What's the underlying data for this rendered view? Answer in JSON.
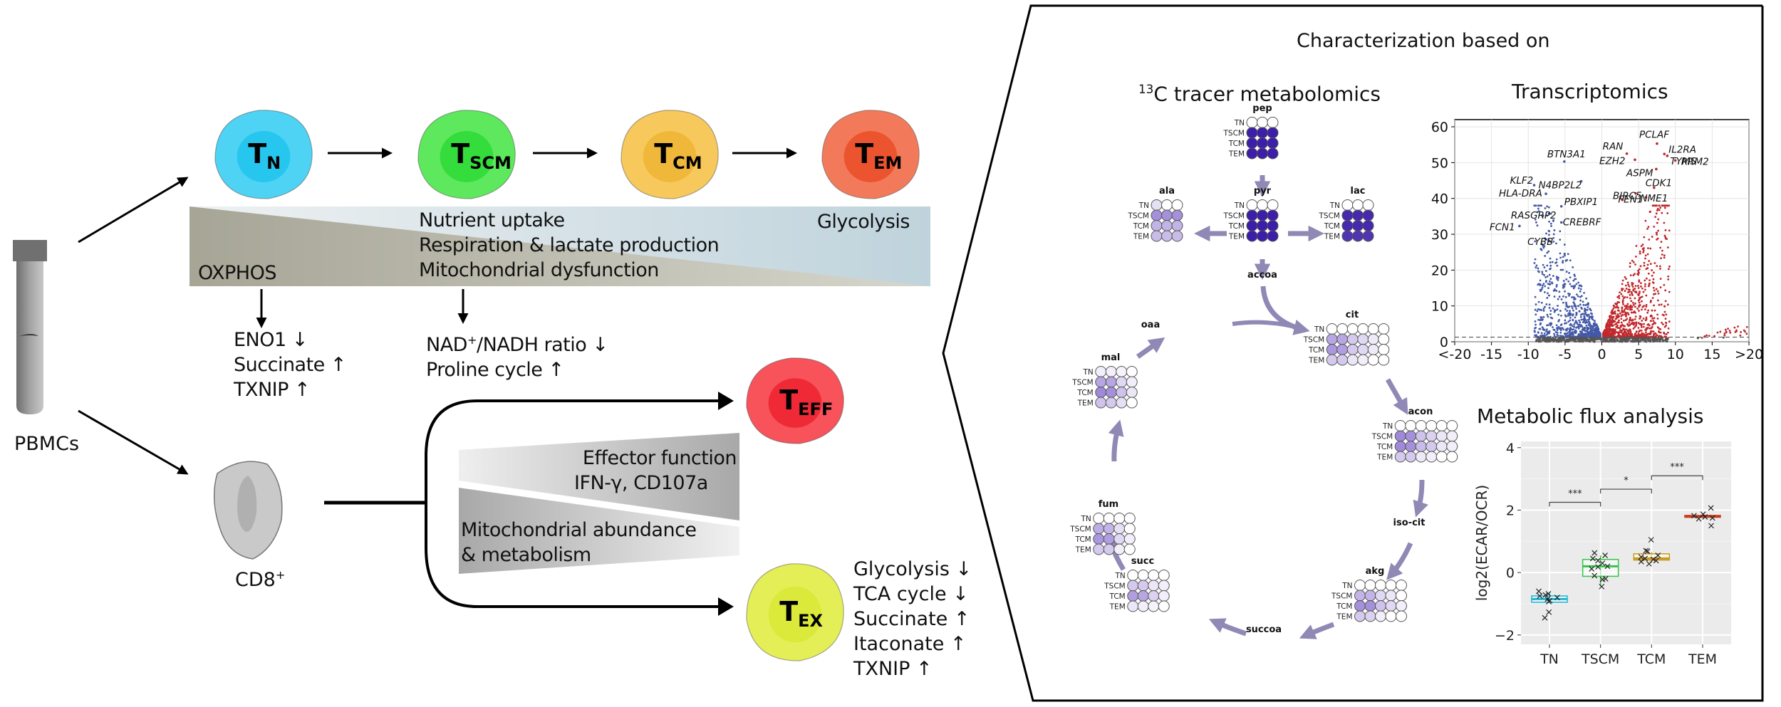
{
  "left_panel": {
    "sample_label": "PBMCs",
    "cd8_label": "CD8",
    "cd8_sup": "+",
    "differentiation_cells": [
      {
        "main": "T",
        "sub": "N",
        "color": "#4fd3f5",
        "inner": "#26c6ee"
      },
      {
        "main": "T",
        "sub": "SCM",
        "color": "#5ee85e",
        "inner": "#34dc3c"
      },
      {
        "main": "T",
        "sub": "CM",
        "color": "#f7c95c",
        "inner": "#f0b83a"
      },
      {
        "main": "T",
        "sub": "EM",
        "color": "#f27a5a",
        "inner": "#ec5430"
      }
    ],
    "gradient_band": {
      "left_label": "OXPHOS",
      "right_label": "Glycolysis",
      "center_lines": [
        "Nutrient uptake",
        "Respiration & lactate production",
        "Mitochondrial dysfunction"
      ]
    },
    "effects_oxphos": [
      "ENO1 ↓",
      "Succinate ↑",
      "TXNIP ↑"
    ],
    "effects_center_line1_pre": "NAD",
    "effects_center_line1_sup": "+",
    "effects_center_line1_post": "/NADH ratio ↓",
    "effects_center_line2": "Proline cycle ↑",
    "branch_cells": [
      {
        "main": "T",
        "sub": "EFF",
        "color": "#f8525a",
        "inner": "#ef2a36"
      },
      {
        "main": "T",
        "sub": "EX",
        "color": "#e4ef58",
        "inner": "#dbe93a"
      }
    ],
    "effector_wedge": [
      "Effector function",
      "IFN-γ, CD107a"
    ],
    "mito_wedge": [
      "Mitochondrial abundance",
      "& metabolism"
    ],
    "tex_effects": [
      "Glycolysis ↓",
      "TCA cycle ↓",
      "Succinate ↑",
      "Itaconate ↑",
      "TXNIP ↑"
    ]
  },
  "right_panel": {
    "title": "Characterization based on",
    "tracer_title_sup": "13",
    "tracer_title": "C tracer metabolomics",
    "transcriptomics_title": "Transcriptomics",
    "flux_title": "Metabolic flux analysis",
    "row_labels": [
      "TN",
      "TSCM",
      "TCM",
      "TEM"
    ],
    "metabolites": [
      {
        "name": "pep",
        "levels": [
          [
            0,
            0,
            0
          ],
          [
            1,
            1,
            1
          ],
          [
            1,
            1,
            1
          ],
          [
            1,
            1,
            1
          ]
        ],
        "hue": "dark"
      },
      {
        "name": "ala",
        "levels": [
          [
            0.15,
            0,
            0
          ],
          [
            0.7,
            0.7,
            0.7
          ],
          [
            0.45,
            0.45,
            0.45
          ],
          [
            0.4,
            0.4,
            0.4
          ]
        ],
        "hue": "light"
      },
      {
        "name": "pyr",
        "levels": [
          [
            0,
            0,
            0
          ],
          [
            1,
            1,
            1
          ],
          [
            1,
            1,
            1
          ],
          [
            1,
            1,
            1
          ]
        ],
        "hue": "dark"
      },
      {
        "name": "lac",
        "levels": [
          [
            0,
            0,
            0
          ],
          [
            0.95,
            0.95,
            0.95
          ],
          [
            0.95,
            0.95,
            0.95
          ],
          [
            0.9,
            0.9,
            0.9
          ]
        ],
        "hue": "dark"
      },
      {
        "name": "accoa",
        "levels": null
      },
      {
        "name": "cit",
        "levels": [
          [
            0,
            0,
            0,
            0,
            0,
            0
          ],
          [
            0.55,
            0.55,
            0.3,
            0.2,
            0.08,
            0
          ],
          [
            0.65,
            0.6,
            0.3,
            0.2,
            0.08,
            0
          ],
          [
            0.3,
            0.3,
            0.1,
            0.05,
            0,
            0
          ]
        ],
        "hue": "light"
      },
      {
        "name": "acon",
        "levels": [
          [
            0,
            0,
            0,
            0,
            0,
            0
          ],
          [
            0.75,
            0.7,
            0.35,
            0.25,
            0.1,
            0.05
          ],
          [
            0.75,
            0.7,
            0.4,
            0.3,
            0.1,
            0.05
          ],
          [
            0.3,
            0.3,
            0.08,
            0.05,
            0,
            0
          ]
        ],
        "hue": "light"
      },
      {
        "name": "iso-cit",
        "levels": null
      },
      {
        "name": "akg",
        "levels": [
          [
            0,
            0,
            0,
            0,
            0
          ],
          [
            0.45,
            0.45,
            0.2,
            0.1,
            0
          ],
          [
            0.7,
            0.7,
            0.35,
            0.2,
            0.05
          ],
          [
            0.3,
            0.25,
            0.05,
            0,
            0
          ]
        ],
        "hue": "light"
      },
      {
        "name": "succoa",
        "levels": null
      },
      {
        "name": "succ",
        "levels": [
          [
            0,
            0,
            0,
            0
          ],
          [
            0.3,
            0.3,
            0.1,
            0.05
          ],
          [
            0.6,
            0.55,
            0.25,
            0.05
          ],
          [
            0.1,
            0.05,
            0.02,
            0
          ]
        ],
        "hue": "light"
      },
      {
        "name": "fum",
        "levels": [
          [
            0,
            0,
            0,
            0
          ],
          [
            0.5,
            0.45,
            0.15,
            0
          ],
          [
            0.65,
            0.6,
            0.2,
            0.05
          ],
          [
            0.3,
            0.3,
            0.05,
            0
          ]
        ],
        "hue": "light"
      },
      {
        "name": "mal",
        "levels": [
          [
            0.05,
            0.05,
            0.02,
            0
          ],
          [
            0.55,
            0.55,
            0.2,
            0.05
          ],
          [
            0.75,
            0.7,
            0.35,
            0.1
          ],
          [
            0.35,
            0.3,
            0.15,
            0
          ]
        ],
        "hue": "light"
      },
      {
        "name": "oaa",
        "levels": null
      }
    ]
  },
  "chart_data": [
    {
      "type": "scatter",
      "title": "Transcriptomics",
      "xlabel": "",
      "ylabel": "",
      "x_ticks": [
        "<-20",
        "-15",
        "-10",
        "-5",
        "0",
        "5",
        "10",
        "15",
        ">20"
      ],
      "xlim": [
        -20,
        20
      ],
      "y_ticks": [
        0,
        10,
        20,
        30,
        40,
        50,
        60
      ],
      "ylim": [
        0,
        62
      ],
      "grid": true,
      "threshold_y": 1.3,
      "series": [
        {
          "name": "down",
          "color": "#4358a6"
        },
        {
          "name": "up",
          "color": "#c0282c"
        },
        {
          "name": "ns",
          "color": "#555555"
        }
      ],
      "labeled_genes": [
        {
          "gene": "PCLAF",
          "x": 7.5,
          "y": 55.3,
          "dir": "up"
        },
        {
          "gene": "RAN",
          "x": 3.4,
          "y": 52.5,
          "dir": "up"
        },
        {
          "gene": "EZH2",
          "x": 4.5,
          "y": 50.8,
          "dir": "up"
        },
        {
          "gene": "IL2RA",
          "x": 8.5,
          "y": 52.4,
          "dir": "up"
        },
        {
          "gene": "RRM2",
          "x": 10,
          "y": 50.6,
          "dir": "up"
        },
        {
          "gene": "ASPM",
          "x": 7.4,
          "y": 48.2,
          "dir": "up"
        },
        {
          "gene": "TYMS",
          "x": 8.9,
          "y": 51.9,
          "dir": "up"
        },
        {
          "gene": "CDK1",
          "x": 7.1,
          "y": 43,
          "dir": "up"
        },
        {
          "gene": "BIRC5",
          "x": 4.6,
          "y": 41.4,
          "dir": "up"
        },
        {
          "gene": "FEN1",
          "x": 2.8,
          "y": 39.6,
          "dir": "up"
        },
        {
          "gene": "NME1",
          "x": 6.0,
          "y": 40.3,
          "dir": "up"
        },
        {
          "gene": "BTN3A1",
          "x": -5.1,
          "y": 50.3,
          "dir": "down"
        },
        {
          "gene": "KLF2",
          "x": -9.2,
          "y": 43.7,
          "dir": "down"
        },
        {
          "gene": "N4BP2L2",
          "x": -2.8,
          "y": 44.8,
          "dir": "down"
        },
        {
          "gene": "HLA-DRA",
          "x": -7.6,
          "y": 41.3,
          "dir": "down"
        },
        {
          "gene": "RASGRP2",
          "x": -8.0,
          "y": 35.2,
          "dir": "down"
        },
        {
          "gene": "PBXIP1",
          "x": -5.5,
          "y": 37.8,
          "dir": "down"
        },
        {
          "gene": "CREBRF",
          "x": -5.5,
          "y": 33.3,
          "dir": "down"
        },
        {
          "gene": "FCN1",
          "x": -11.2,
          "y": 32.3,
          "dir": "down"
        },
        {
          "gene": "CYBB",
          "x": -7.2,
          "y": 28.2,
          "dir": "down"
        }
      ]
    },
    {
      "type": "box",
      "title": "Metabolic flux analysis",
      "xlabel": "",
      "ylabel": "log2(ECAR/OCR)",
      "categories": [
        "TN",
        "TSCM",
        "TCM",
        "TEM"
      ],
      "colors": [
        "#1fb4d2",
        "#34c64a",
        "#c99a1d",
        "#c93a1e"
      ],
      "ylim": [
        -2.3,
        4.2
      ],
      "y_ticks": [
        -2,
        0,
        2,
        4
      ],
      "boxes": [
        {
          "q1": -0.95,
          "median": -0.85,
          "q3": -0.75,
          "min": -0.95,
          "max": -0.65
        },
        {
          "q1": -0.12,
          "median": 0.2,
          "q3": 0.42,
          "min": -0.45,
          "max": 0.55
        },
        {
          "q1": 0.4,
          "median": 0.45,
          "q3": 0.6,
          "min": 0.3,
          "max": 0.65
        },
        {
          "q1": 1.77,
          "median": 1.8,
          "q3": 1.83,
          "min": 1.75,
          "max": 1.85
        }
      ],
      "points": [
        [
          -0.6,
          -0.68,
          -0.72,
          -0.75,
          -0.8,
          -0.85,
          -0.9,
          -0.93,
          -1.27,
          -1.45
        ],
        [
          0.63,
          0.55,
          0.45,
          0.38,
          0.3,
          0.2,
          0.18,
          0.12,
          -0.1,
          -0.2,
          -0.22,
          -0.45
        ],
        [
          1.05,
          0.7,
          0.68,
          0.55,
          0.5,
          0.45,
          0.42,
          0.38,
          0.35,
          0.28
        ],
        [
          2.07,
          1.87,
          1.82,
          1.78,
          1.75,
          1.72,
          1.5
        ]
      ],
      "significance": [
        {
          "from": "TN",
          "to": "TSCM",
          "label": "***",
          "y": 2.25
        },
        {
          "from": "TSCM",
          "to": "TCM",
          "label": "*",
          "y": 2.67
        },
        {
          "from": "TCM",
          "to": "TEM",
          "label": "***",
          "y": 3.1
        }
      ]
    }
  ]
}
